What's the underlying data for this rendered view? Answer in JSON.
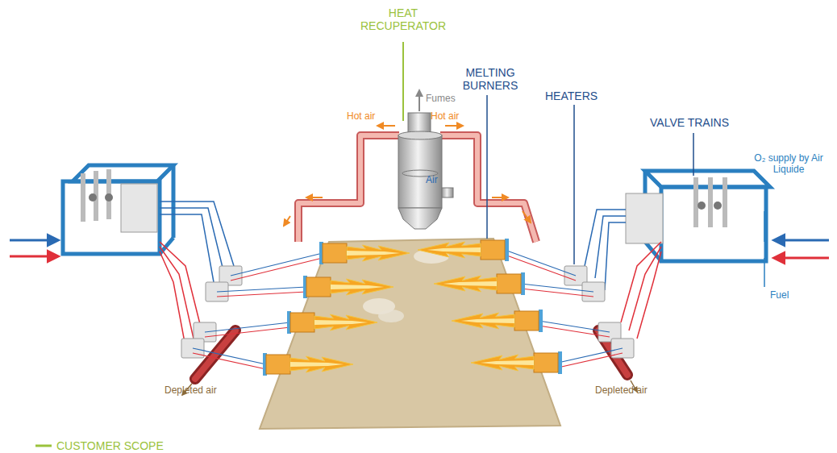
{
  "diagram": {
    "labels": [
      "HEAT RECUPERATOR",
      "Fumes",
      "Hot air",
      "Hot air",
      "Air",
      "MELTING BURNERS",
      "HEATERS",
      "VALVE TRAINS",
      "O₂ supply by Air Liquide",
      "Fuel",
      "Depleted air",
      "Depleted air"
    ],
    "legend": [
      {
        "text": "CUSTOMER SCOPE"
      }
    ]
  }
}
